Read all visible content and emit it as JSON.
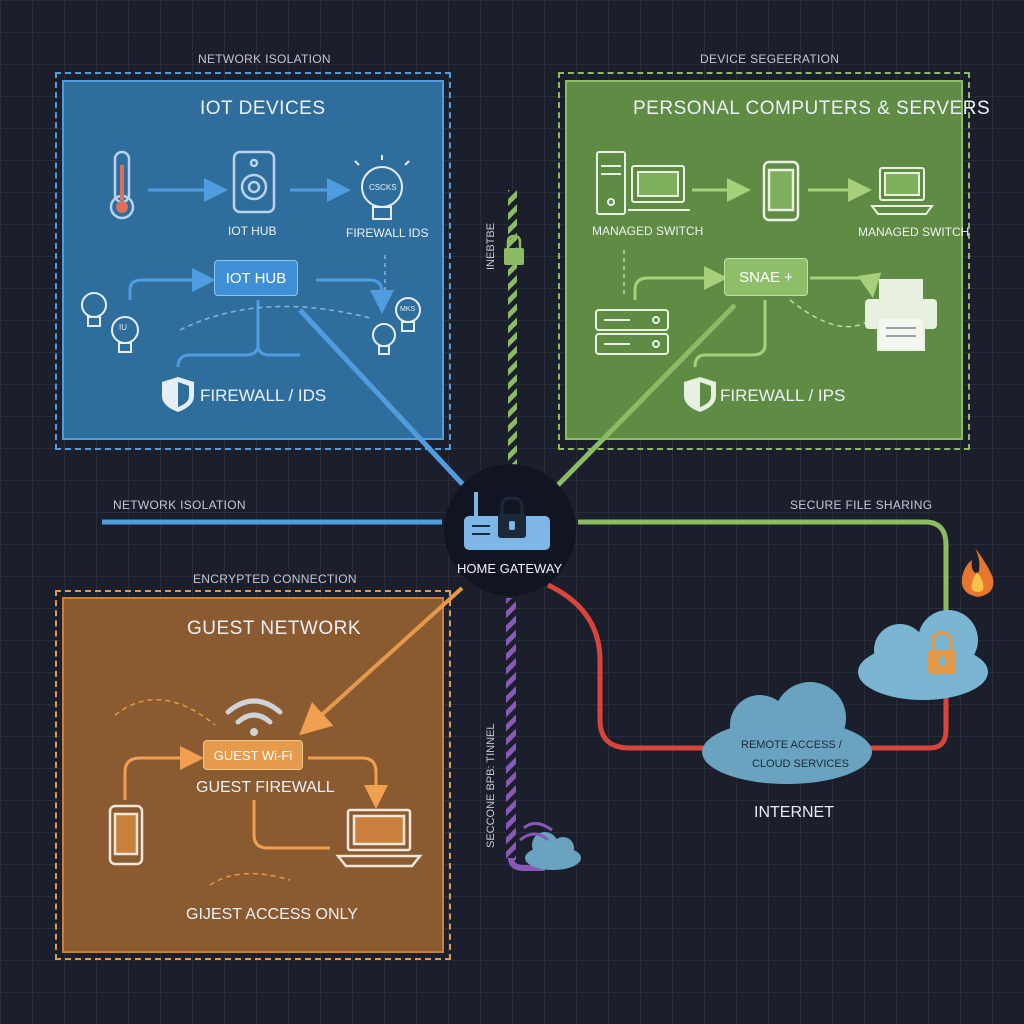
{
  "zones": {
    "iot": {
      "caption": "NETWORK ISOLATION",
      "title": "IOT DEVICES",
      "hub_label": "IOT HUB",
      "firewall_ids_label": "FIREWALL IDS",
      "hub_button": "IOT HUB",
      "firewall": "FIREWALL / IDS",
      "bulb_text": "CSCKS",
      "bulb_text_small": "MKS",
      "bulb_text_mid": "IU"
    },
    "personal": {
      "caption": "DEVICE SEGEERATION",
      "title": "PERSONAL COMPUTERS & SERVERS",
      "switch_left": "MANAGED SWITCH",
      "switch_right": "MANAGED SWITCH",
      "share_button": "SNAE +",
      "firewall": "FIREWALL / IPS"
    },
    "guest": {
      "caption": "ENCRYPTED CONNECTION",
      "title": "GUEST NETWORK",
      "wifi_button": "GUEST Wi-Fi",
      "firewall": "GUEST FIREWALL",
      "access": "GIJEST ACCESS ONLY"
    }
  },
  "gateway": {
    "label": "HOME GATEWAY",
    "left_caption": "NETWORK ISOLATION",
    "right_caption": "SECURE FILE SHARING"
  },
  "vertical_labels": {
    "top": "INEBTBE",
    "bottom": "SECCONE BPB: TINNEL"
  },
  "internet": {
    "cloud_text_line1": "REMOTE ACCESS /",
    "cloud_text_line2": "CLOUD SERVICES",
    "label": "INTERNET"
  },
  "colors": {
    "iot": "#4f9ddf",
    "personal": "#8dbb63",
    "guest": "#e39a4a",
    "internet_line": "#d9443b",
    "vpn_line": "#7b4fa3",
    "background": "#1b1f2b"
  },
  "icons": [
    "thermometer-icon",
    "speaker-icon",
    "lightbulb-icon",
    "shield-icon",
    "desktop-tower-icon",
    "monitor-icon",
    "smartphone-icon",
    "laptop-icon",
    "server-icon",
    "printer-icon",
    "router-icon",
    "lock-icon",
    "wifi-icon",
    "cloud-icon",
    "fire-icon"
  ]
}
